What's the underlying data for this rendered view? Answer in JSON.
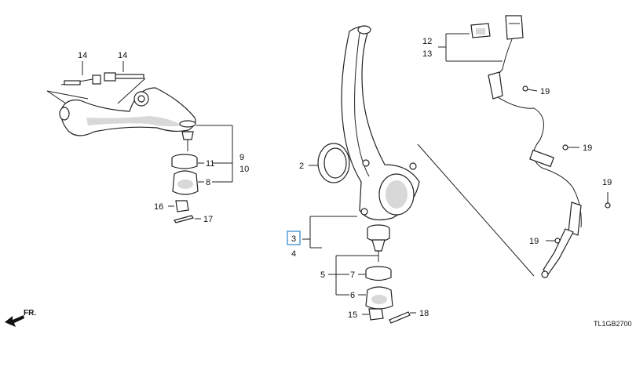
{
  "diagram": {
    "callouts": {
      "c1": "14",
      "c2": "14",
      "c3": "11",
      "c4": "8",
      "c5": "9",
      "c6": "10",
      "c7": "16",
      "c8": "17",
      "c9": "2",
      "c10": "3",
      "c11": "4",
      "c12": "5",
      "c13": "7",
      "c14": "6",
      "c15": "15",
      "c16": "18",
      "c17": "12",
      "c18": "13",
      "c19": "19",
      "c20": "19",
      "c21": "19",
      "c22": "19"
    },
    "direction_label": "FR.",
    "diagram_code": "TL1GB2700",
    "highlight_color": "#3a8fd0"
  }
}
